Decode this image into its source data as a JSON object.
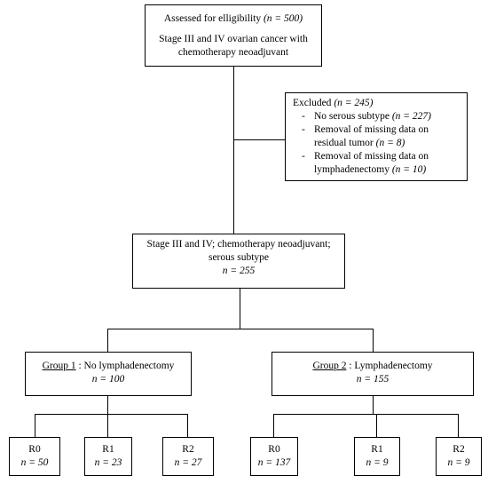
{
  "assessed": {
    "label": "Assessed for elligibility",
    "n": "(n = 500)",
    "line2": "Stage III and IV ovarian cancer with",
    "line3": "chemotherapy neoadjuvant"
  },
  "excluded": {
    "label": "Excluded",
    "n": "(n = 245)",
    "items": [
      {
        "text": "No serous subtype",
        "n": "(n = 227)"
      },
      {
        "text": "Removal of missing data on residual tumor",
        "n": "(n = 8)"
      },
      {
        "text": "Removal of missing data on lymphadenectomy",
        "n": "(n = 10)"
      }
    ],
    "dash": "-"
  },
  "stage": {
    "line1": "Stage III and IV; chemotherapy neoadjuvant;",
    "line2": "serous subtype",
    "n": "n = 255"
  },
  "group1": {
    "name": "Group 1",
    "label": " : No lymphadenectomy",
    "n": "n = 100",
    "leaves": [
      {
        "label": "R0",
        "n": "n = 50"
      },
      {
        "label": "R1",
        "n": "n = 23"
      },
      {
        "label": "R2",
        "n": "n = 27"
      }
    ]
  },
  "group2": {
    "name": "Group 2",
    "label": " : Lymphadenectomy",
    "n": "n = 155",
    "leaves": [
      {
        "label": "R0",
        "n": "n = 137"
      },
      {
        "label": "R1",
        "n": "n = 9"
      },
      {
        "label": "R2",
        "n": "n = 9"
      }
    ]
  }
}
